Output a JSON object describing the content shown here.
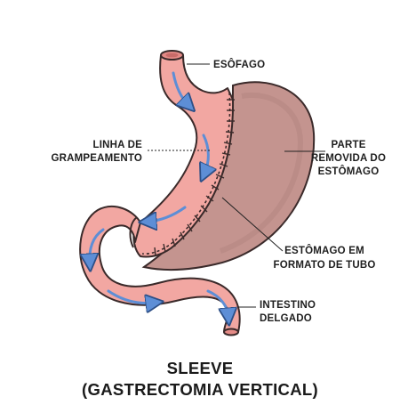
{
  "labels": {
    "esofago": "ESÔFAGO",
    "linha_1": "LINHA DE",
    "linha_2": "GRAMPEAMENTO",
    "parte_1": "PARTE",
    "parte_2": "REMOVIDA DO",
    "parte_3": "ESTÔMAGO",
    "tubo_1": "ESTÔMAGO EM",
    "tubo_2": "FORMATO DE TUBO",
    "intestino_1": "INTESTINO",
    "intestino_2": "DELGADO"
  },
  "title": {
    "line1": "SLEEVE",
    "line2": "(GASTRECTOMIA VERTICAL)"
  },
  "colors": {
    "tissue": "#f2a7a2",
    "tissue_outline": "#3a2a2a",
    "removed_part": "#c4948f",
    "arrow": "#5d8ed6"
  }
}
